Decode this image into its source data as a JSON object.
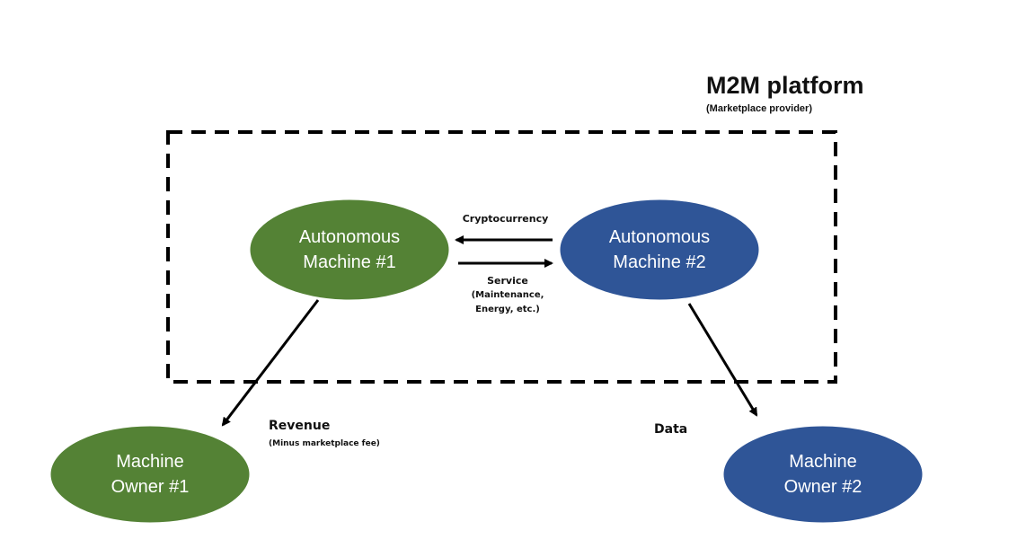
{
  "platform": {
    "title": "M2M platform",
    "subtitle": "(Marketplace provider)"
  },
  "nodes": {
    "machine1": {
      "line1": "Autonomous",
      "line2": "Machine #1",
      "color": "#548235"
    },
    "machine2": {
      "line1": "Autonomous",
      "line2": "Machine #2",
      "color": "#2f5597"
    },
    "owner1": {
      "line1": "Machine",
      "line2": "Owner #1",
      "color": "#548235"
    },
    "owner2": {
      "line1": "Machine",
      "line2": "Owner #2",
      "color": "#2f5597"
    }
  },
  "edges": {
    "cryptocurrency": {
      "label": "Cryptocurrency"
    },
    "service": {
      "label": "Service",
      "detail1": "(Maintenance,",
      "detail2": "Energy, etc.)"
    },
    "revenue": {
      "label": "Revenue",
      "detail": "(Minus marketplace fee)"
    },
    "data": {
      "label": "Data"
    }
  }
}
